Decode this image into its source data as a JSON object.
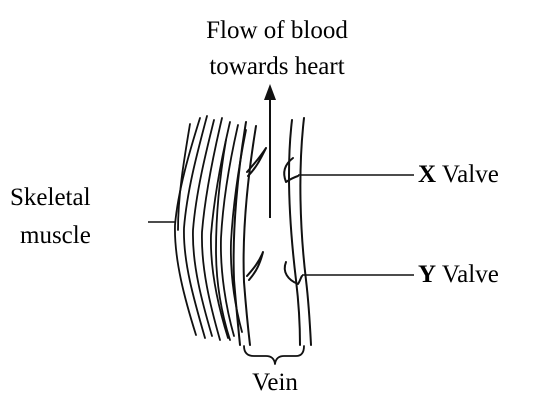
{
  "labels": {
    "flow_line1": "Flow of blood",
    "flow_line2": "towards heart",
    "muscle_line1": "Skeletal",
    "muscle_line2": "muscle",
    "valve_x_letter": "X",
    "valve_x_word": "Valve",
    "valve_y_letter": "Y",
    "valve_y_word": "Valve",
    "vein": "Vein"
  }
}
